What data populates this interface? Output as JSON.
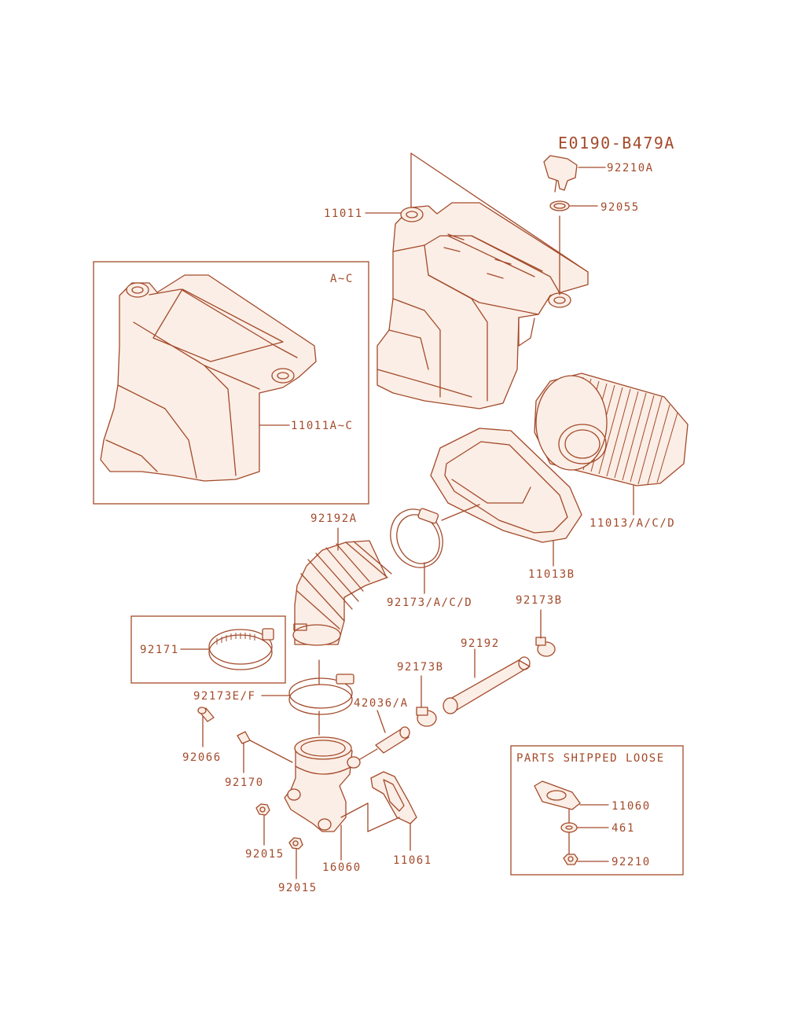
{
  "diagram_code": "E0190-B479A",
  "inset_variant": "A~C",
  "parts_loose_title": "PARTS SHIPPED LOOSE",
  "colors": {
    "line": "#a34a2a",
    "background": "#ffffff"
  },
  "labels": {
    "p92210A": "92210A",
    "p92055": "92055",
    "p11011": "11011",
    "p11011AC": "11011A~C",
    "p11013ACD": "11013/A/C/D",
    "p11013B": "11013B",
    "p92192A": "92192A",
    "p92173ACD": "92173/A/C/D",
    "p92173B_top": "92173B",
    "p92192": "92192",
    "p92173B_mid": "92173B",
    "p92171": "92171",
    "p92173EF": "92173E/F",
    "p42036A": "42036/A",
    "p92066": "92066",
    "p92170": "92170",
    "p92015_a": "92015",
    "p92015_b": "92015",
    "p16060": "16060",
    "p11061": "11061",
    "p11060": "11060",
    "p461": "461",
    "p92210": "92210"
  }
}
